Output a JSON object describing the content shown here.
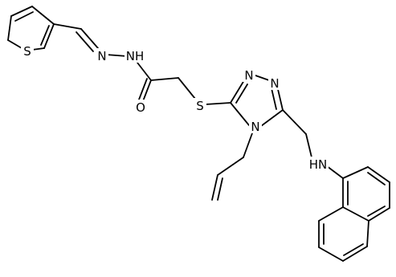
{
  "molecule": {
    "atoms": {
      "S_thiophene": "S",
      "N_hydrazone": "N",
      "NH_hydrazide": "NH",
      "O_carbonyl": "O",
      "S_thioether": "S",
      "N_triazole_1": "N",
      "N_triazole_2": "N",
      "N_triazole_4": "N",
      "NH_amine": "HN"
    }
  }
}
